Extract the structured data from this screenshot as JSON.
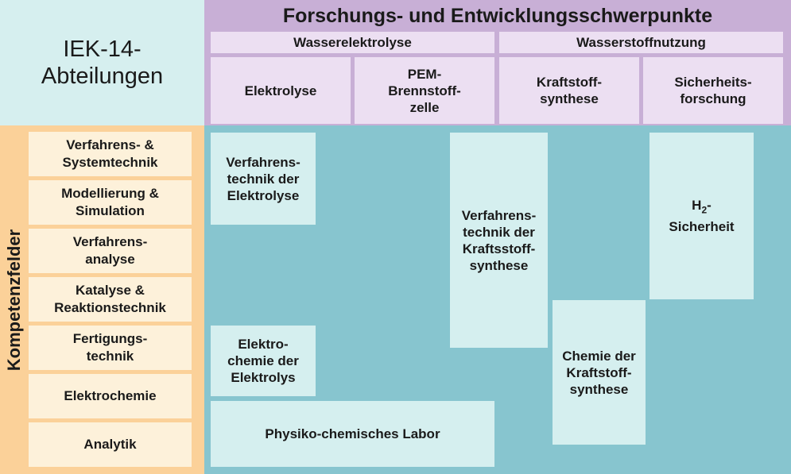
{
  "corner_title": "IEK-14-\nAbteilungen",
  "header": {
    "title": "Forschungs- und Entwicklungsschwerpunkte",
    "categories": [
      "Wasserelektrolyse",
      "Wasserstoffnutzung"
    ],
    "subcolumns": [
      "Elektrolyse",
      "PEM-\nBrennstoff-\nzelle",
      "Kraftstoff-\nsynthese",
      "Sicherheits-\nforschung"
    ]
  },
  "left_label": "Kompetenzfelder",
  "fields": [
    "Verfahrens- &\nSystemtechnik",
    "Modellierung &\nSimulation",
    "Verfahrens-\nanalyse",
    "Katalyse &\nReaktionstechnik",
    "Fertigungs-\ntechnik",
    "Elektrochemie",
    "Analytik"
  ],
  "boxes": {
    "verfahrenstechnik_elektrolyse": "Verfahrens-\ntechnik der\nElektrolyse",
    "elektrochemie_elektrolys": "Elektro-\nchemie der\nElektrolys",
    "physiko_labor": "Physiko-chemisches Labor",
    "verfahrenstechnik_kraftstoff": "Verfahrens-\ntechnik der\nKraftsstoff-\nsynthese",
    "chemie_kraftstoff": "Chemie der\nKraftstoff-\nsynthese",
    "h2_base": "H",
    "h2_sub": "2",
    "h2_rest": "-\nSicherheit"
  }
}
